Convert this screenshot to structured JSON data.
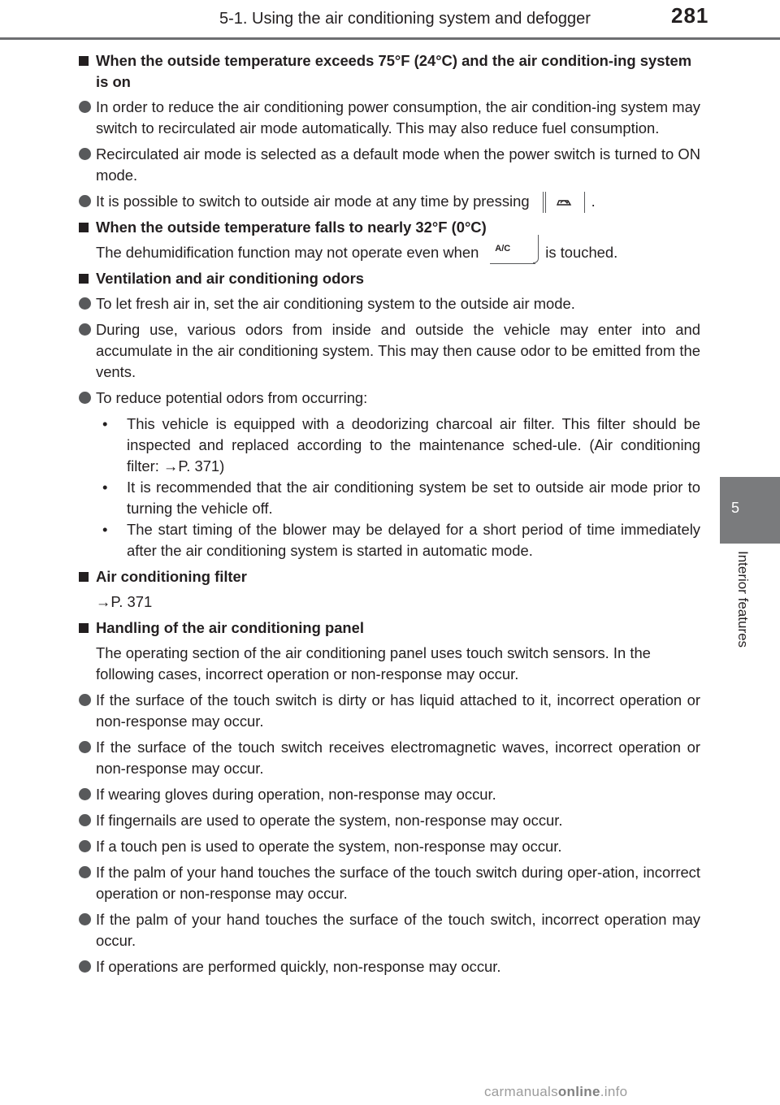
{
  "header": {
    "chapter_title": "5-1. Using the air conditioning system and defogger",
    "page_number": "281"
  },
  "side_tab": {
    "chapter_number": "5",
    "chapter_name": "Interior features"
  },
  "sections": {
    "s1": {
      "heading": "When the outside temperature exceeds 75°F (24°C) and the air condition-ing system is on",
      "b1": "In order to reduce the air conditioning power consumption, the air condition-ing system may switch to recirculated air mode automatically. This may also reduce fuel consumption.",
      "b2": "Recirculated air mode is selected as a default mode when the power switch is turned to ON mode.",
      "b3_pre": "It is possible to switch to outside air mode at any time by pressing",
      "b3_post": "."
    },
    "s2": {
      "heading": "When the outside temperature falls to nearly 32°F (0°C)",
      "text_pre": "The dehumidification function may not operate even when",
      "ac_label": "A/C",
      "text_post": "is touched."
    },
    "s3": {
      "heading": "Ventilation and air conditioning odors",
      "b1": "To let fresh air in, set the air conditioning system to the outside air mode.",
      "b2": "During use, various odors from inside and outside the vehicle may enter into and accumulate in the air conditioning system. This may then cause odor to be emitted from the vents.",
      "b3": "To reduce potential odors from occurring:",
      "sub_marker": "•",
      "sub1": "This vehicle is equipped with a deodorizing charcoal air filter. This filter should be inspected and replaced according to the maintenance sched-ule. (Air conditioning filter: →P. 371)",
      "sub2": "It is recommended that the air conditioning system be set to outside air mode prior to turning the vehicle off.",
      "sub3": "The start timing of the blower may be delayed for a short period of time immediately after the air conditioning system is started in automatic mode."
    },
    "s4": {
      "heading": "Air conditioning filter",
      "text": "→P. 371"
    },
    "s5": {
      "heading": "Handling of the air conditioning panel",
      "intro": "The operating section of the air conditioning panel uses touch switch sensors. In the following cases, incorrect operation or non-response may occur.",
      "b1": "If the surface of the touch switch is dirty or has liquid attached to it, incorrect operation or non-response may occur.",
      "b2": "If the surface of the touch switch receives electromagnetic waves, incorrect operation or non-response may occur.",
      "b3": "If wearing gloves during operation, non-response may occur.",
      "b4": "If fingernails are used to operate the system, non-response may occur.",
      "b5": "If a touch pen is used to operate the system, non-response may occur.",
      "b6": "If the palm of your hand touches the surface of the touch switch during oper-ation, incorrect operation or non-response may occur.",
      "b7": "If the palm of your hand touches the surface of the touch switch, incorrect operation may occur.",
      "b8": "If operations are performed quickly, non-response may occur."
    }
  },
  "watermark": {
    "prefix": "carmanuals",
    "bold": "online",
    "suffix": ".info"
  }
}
